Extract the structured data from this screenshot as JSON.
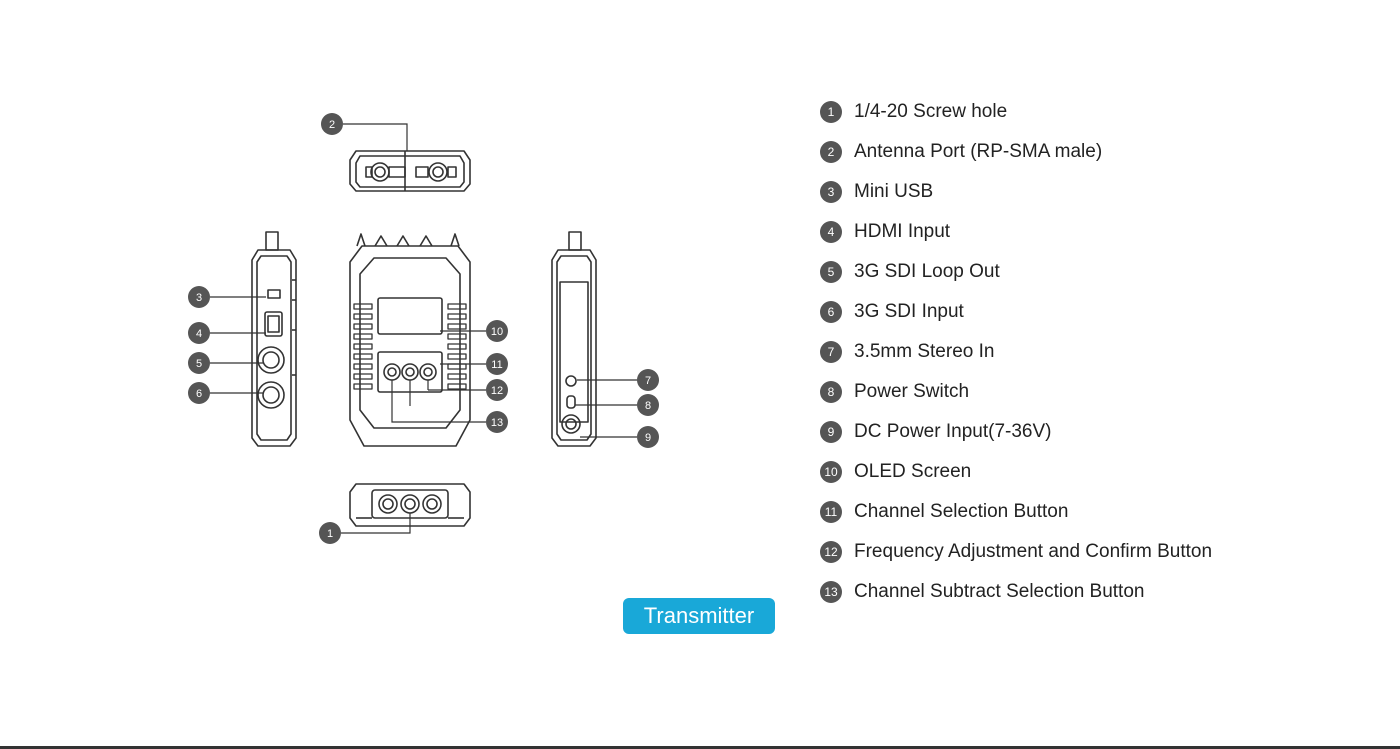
{
  "legend": {
    "items": [
      {
        "num": "1",
        "label": "1/4-20 Screw hole"
      },
      {
        "num": "2",
        "label": "Antenna Port (RP-SMA male)"
      },
      {
        "num": "3",
        "label": "Mini USB"
      },
      {
        "num": "4",
        "label": "HDMI Input"
      },
      {
        "num": "5",
        "label": "3G SDI Loop Out"
      },
      {
        "num": "6",
        "label": "3G SDI Input"
      },
      {
        "num": "7",
        "label": "3.5mm Stereo In"
      },
      {
        "num": "8",
        "label": "Power Switch"
      },
      {
        "num": "9",
        "label": "DC Power Input(7-36V)"
      },
      {
        "num": "10",
        "label": "OLED Screen"
      },
      {
        "num": "11",
        "label": "Channel Selection Button"
      },
      {
        "num": "12",
        "label": "Frequency Adjustment and Confirm Button"
      },
      {
        "num": "13",
        "label": "Channel Subtract Selection Button"
      }
    ]
  },
  "badge": {
    "label": "Transmitter",
    "color": "#19a8d8"
  },
  "colors": {
    "line": "#333333",
    "callout": "#555555"
  }
}
